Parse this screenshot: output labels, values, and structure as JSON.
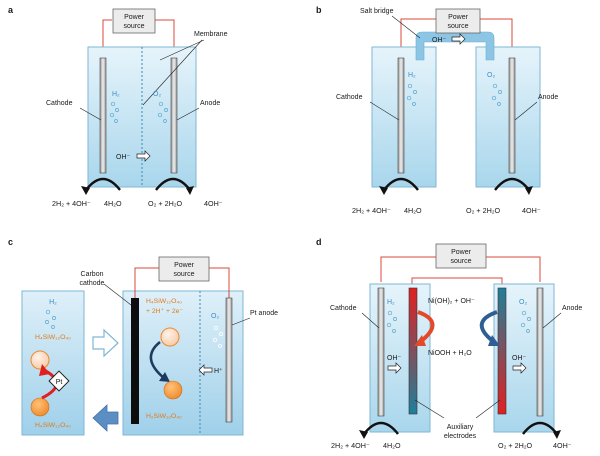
{
  "colors": {
    "electrolyte": "#cde9f5",
    "electrolyte_dark": "#a9d6ec",
    "wire": "#d94a3a",
    "electrode": "#c9c9c9",
    "orange": "#f39a3c",
    "light_orange": "#fde6d4",
    "dark_blue": "#1e3a5f",
    "red": "#e02020",
    "teal": "#2a8aa8"
  },
  "panels": {
    "a": {
      "letter": "a",
      "power_line1": "Power",
      "power_line2": "source",
      "membrane": "Membrane",
      "cathode": "Cathode",
      "anode": "Anode",
      "h2": "H₂",
      "o2": "O₂",
      "ion": "OH⁻",
      "eq_left_a": "2H₂ + 4OH⁻",
      "eq_left_b": "4H₂O",
      "eq_right_a": "O₂ + 2H₂O",
      "eq_right_b": "4OH⁻"
    },
    "b": {
      "letter": "b",
      "power_line1": "Power",
      "power_line2": "source",
      "salt_bridge": "Salt bridge",
      "cathode": "Cathode",
      "anode": "Anode",
      "h2": "H₂",
      "o2": "O₂",
      "ion": "OH⁻",
      "eq_left_a": "2H₂ + 4OH⁻",
      "eq_left_b": "4H₂O",
      "eq_right_a": "O₂ + 2H₂O",
      "eq_right_b": "4OH⁻"
    },
    "c": {
      "letter": "c",
      "power_line1": "Power",
      "power_line2": "source",
      "carbon_cathode_1": "Carbon",
      "carbon_cathode_2": "cathode",
      "pt_anode": "Pt anode",
      "h2": "H₂",
      "o2": "O₂",
      "h_plus": "H⁺",
      "pt": "Pt",
      "reduced_1": "H₄SiW₁₂O₄₀",
      "reduced_2": "+ 2H⁺ + 2e⁻",
      "oxidized": "H₂SiW₁₂O₄₀",
      "left_top": "H₄SiW₁₂O₄₀",
      "left_bottom": "H₄SiW₁₂O₄₀"
    },
    "d": {
      "letter": "d",
      "power_line1": "Power",
      "power_line2": "source",
      "cathode": "Cathode",
      "anode": "Anode",
      "h2": "H₂",
      "o2": "O₂",
      "ion_left": "OH⁻",
      "ion_right": "OH⁻",
      "nickel_top": "Ni(OH)₂ + OH⁻",
      "nickel_bottom": "NiOOH + H₂O",
      "aux_1": "Auxiliary",
      "aux_2": "electrodes",
      "eq_left_a": "2H₂ + 4OH⁻",
      "eq_left_b": "4H₂O",
      "eq_right_a": "O₂ + 2H₂O",
      "eq_right_b": "4OH⁻"
    }
  }
}
